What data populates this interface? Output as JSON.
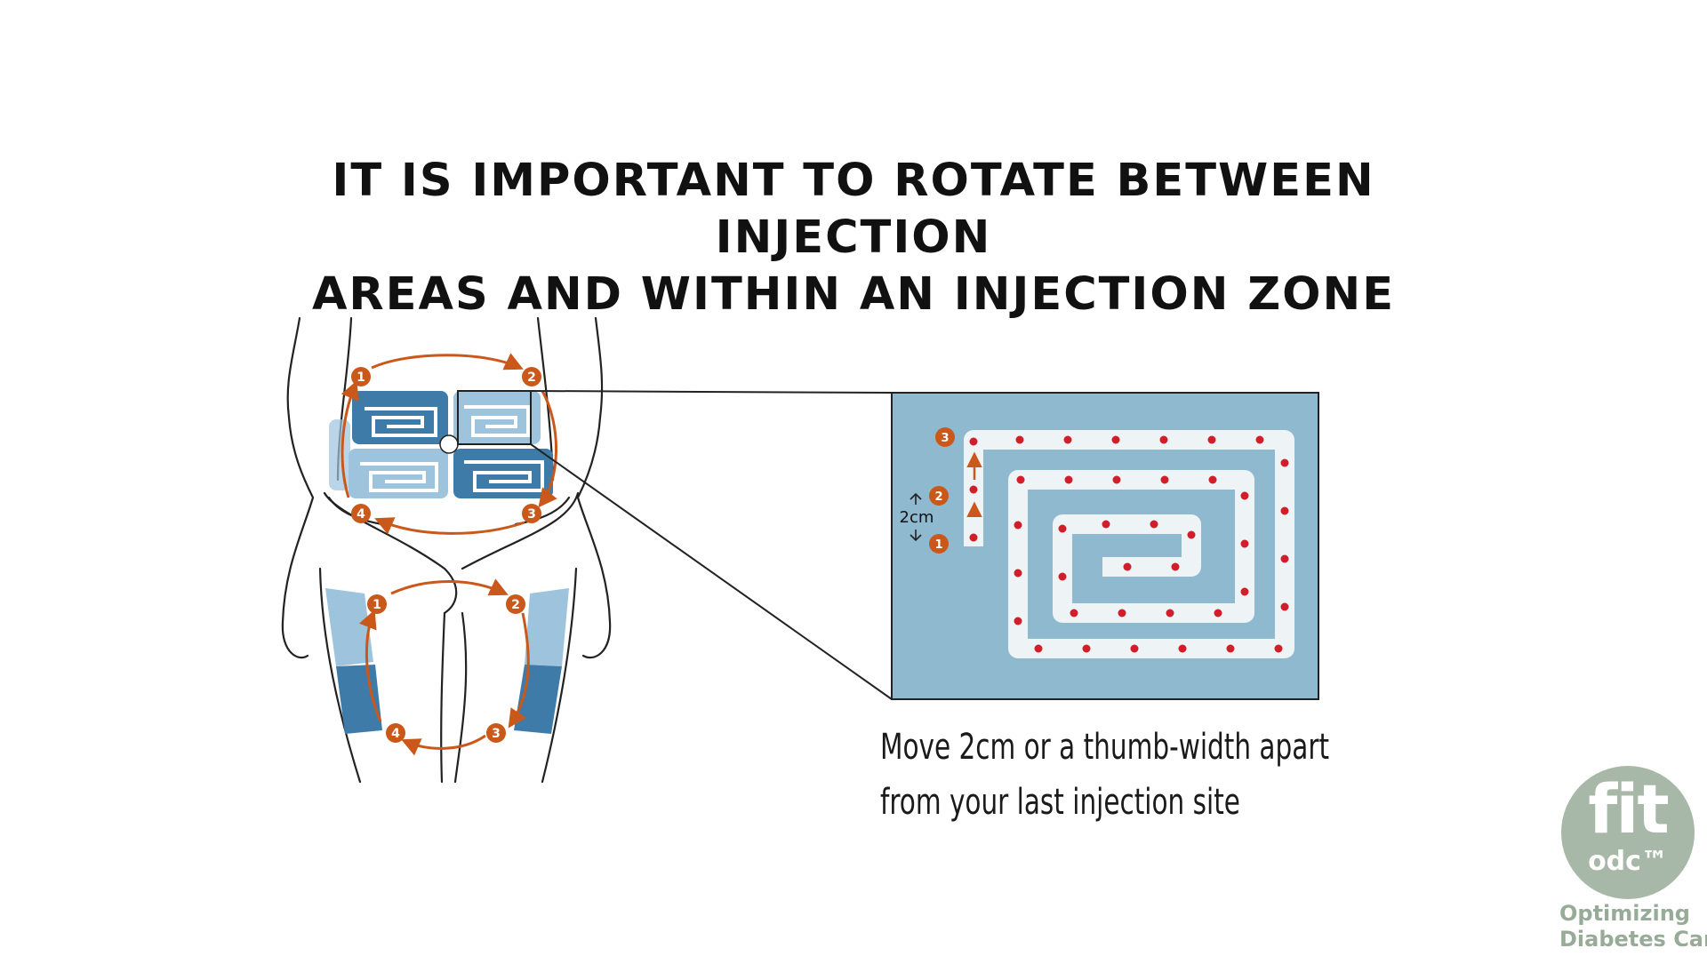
{
  "title": {
    "line1": "It is important to rotate between injection",
    "line2": "areas and within an injection zone"
  },
  "caption": {
    "line1": "Move 2cm or a thumb-width apart",
    "line2": "from your last injection site"
  },
  "diagram": {
    "abdomen_markers": [
      "1",
      "2",
      "3",
      "4"
    ],
    "thigh_markers": [
      "1",
      "2",
      "3",
      "4"
    ],
    "zoom_markers": [
      "3",
      "2",
      "1"
    ],
    "spacing_label": "2cm"
  },
  "logo": {
    "mark": "fit",
    "sub": "odc™",
    "tag_line1": "Optimizing",
    "tag_line2": "Diabetes Care"
  },
  "colors": {
    "marker_orange": "#c9581a",
    "zone_blue_dark": "#3f7ba8",
    "zone_blue_light": "#9dc3dd",
    "zoom_bg": "#8fb9cf",
    "dot_red": "#d01f2a",
    "logo_green": "#a8b8a8"
  }
}
